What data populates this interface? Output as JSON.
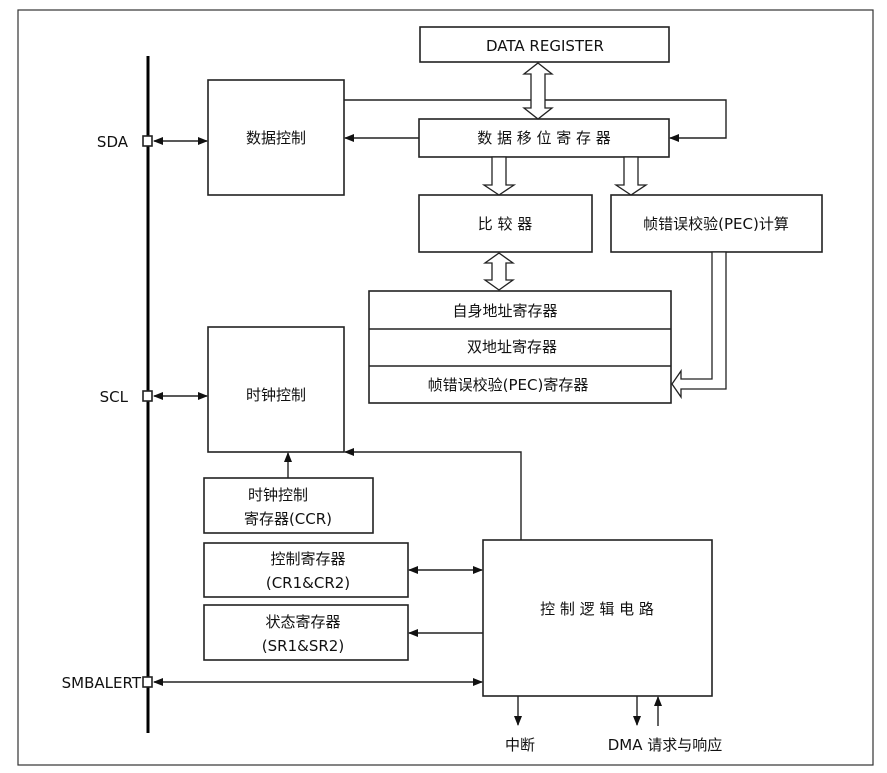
{
  "pins": {
    "sda": "SDA",
    "scl": "SCL",
    "smbalert": "SMBALERT"
  },
  "blocks": {
    "data_register": "DATA REGISTER",
    "data_control": "数据控制",
    "shift_register": "数 据 移 位 寄 存 器",
    "comparator": "比 较 器",
    "pec_calc": "帧错误校验(PEC)计算",
    "own_address_register": "自身地址寄存器",
    "dual_address_register": "双地址寄存器",
    "pec_register": "帧错误校验(PEC)寄存器",
    "clock_control": "时钟控制",
    "ccr_line1": "时钟控制",
    "ccr_line2": "寄存器(CCR)",
    "control_register_line1": "控制寄存器",
    "control_register_line2": "(CR1&CR2)",
    "status_register_line1": "状态寄存器",
    "status_register_line2": "(SR1&SR2)",
    "control_logic": "控 制 逻 辑 电 路"
  },
  "outputs": {
    "interrupt": "中断",
    "dma": "DMA 请求与响应"
  }
}
